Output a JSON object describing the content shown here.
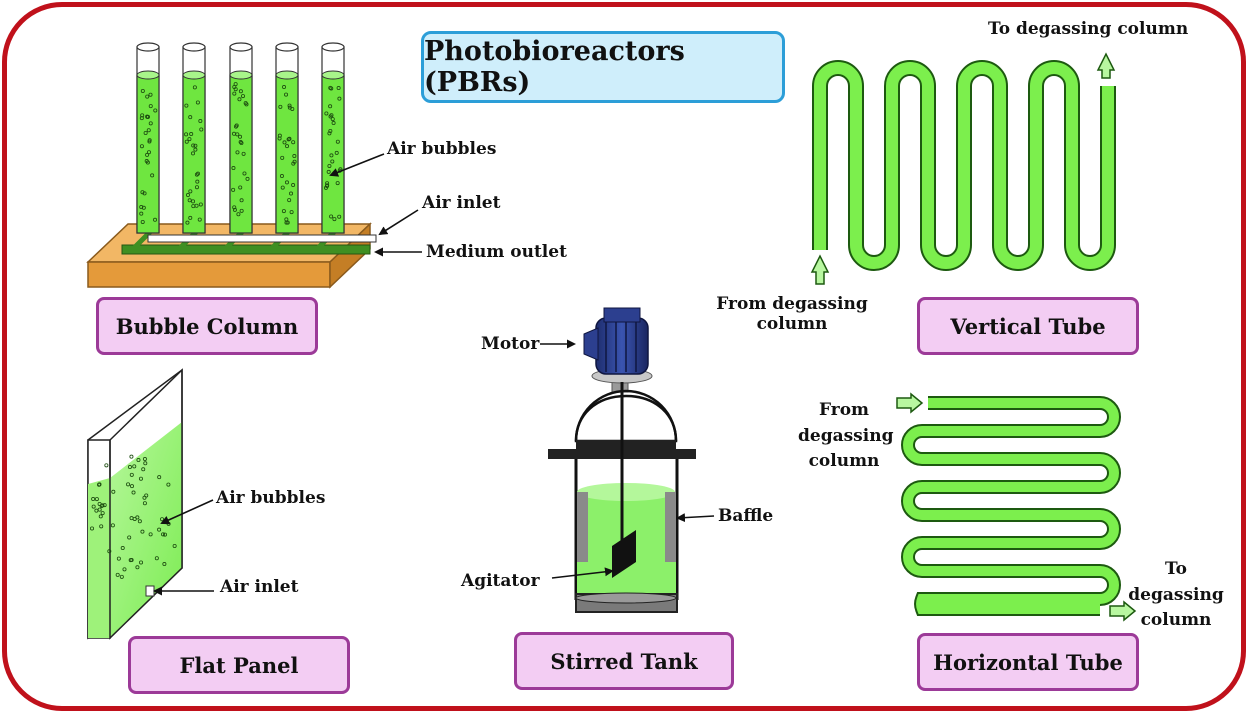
{
  "title": "Photobioreactors (PBRs)",
  "colors": {
    "border": "#c0111b",
    "title_fill": "#cfeefb",
    "title_border": "#2c9ed8",
    "label_fill": "#f3cdf3",
    "label_border": "#9c3a98",
    "culture_green": "#7bef4e",
    "base_orange": "#e8a040"
  },
  "reactors": {
    "bubble_column": {
      "name": "Bubble Column",
      "labels": {
        "air_bubbles": "Air bubbles",
        "air_inlet": "Air inlet",
        "medium_outlet": "Medium outlet"
      }
    },
    "flat_panel": {
      "name": "Flat Panel",
      "labels": {
        "air_bubbles": "Air bubbles",
        "air_inlet": "Air inlet"
      }
    },
    "stirred_tank": {
      "name": "Stirred Tank",
      "labels": {
        "motor": "Motor",
        "baffle": "Baffle",
        "agitator": "Agitator"
      }
    },
    "vertical_tube": {
      "name": "Vertical Tube",
      "labels": {
        "to": "To degassing column",
        "from_line1": "From degassing",
        "from_line2": "column"
      }
    },
    "horizontal_tube": {
      "name": "Horizontal Tube",
      "labels": {
        "from_line1": "From",
        "from_line2": "degassing",
        "from_line3": "column",
        "to_line1": "To",
        "to_line2": "degassing",
        "to_line3": "column"
      }
    }
  }
}
